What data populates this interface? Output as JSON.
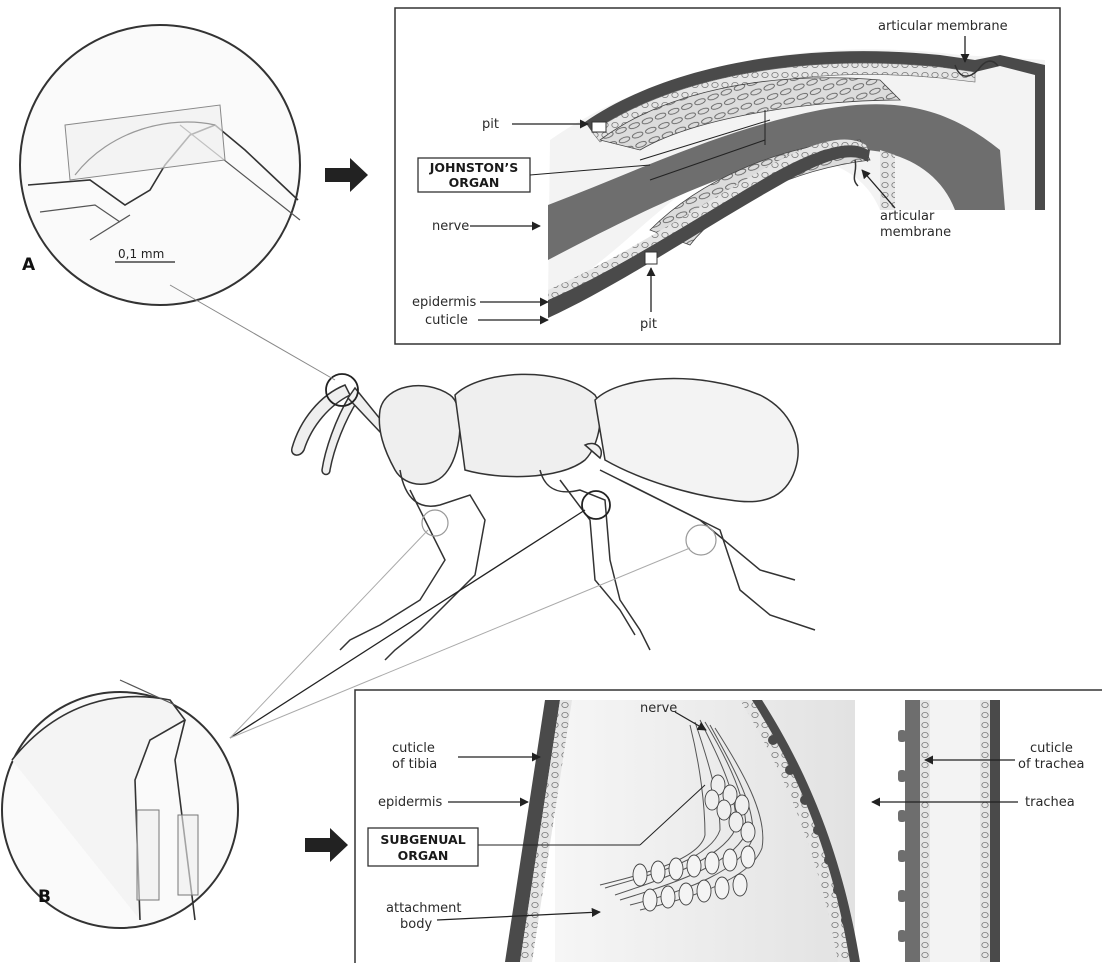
{
  "panels": {
    "a": "A",
    "b": "B"
  },
  "scale_bar": "0,1 mm",
  "johnston": {
    "box_line1": "JOHNSTON’S",
    "box_line2": "ORGAN",
    "labels": {
      "articular_membrane_top": "articular membrane",
      "pit_top": "pit",
      "nerve": "nerve",
      "articular_membrane_right_1": "articular",
      "articular_membrane_right_2": "membrane",
      "epidermis": "epidermis",
      "cuticle": "cuticle",
      "pit_bottom": "pit"
    }
  },
  "subgenual": {
    "box_line1": "SUBGENUAL",
    "box_line2": "ORGAN",
    "labels": {
      "nerve": "nerve",
      "cuticle_tibia_1": "cuticle",
      "cuticle_tibia_2": "of tibia",
      "epidermis": "epidermis",
      "attachment_1": "attachment",
      "attachment_2": "body",
      "cuticle_trachea_1": "cuticle",
      "cuticle_trachea_2": "of trachea",
      "trachea": "trachea"
    }
  },
  "colors": {
    "cuticle": "#4a4a4a",
    "tissue": "#6e6e6e",
    "light_fill": "#ededed",
    "line": "#333333"
  }
}
